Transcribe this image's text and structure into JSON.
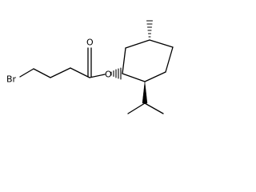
{
  "molecule": {
    "atoms": {
      "bromine": "Br",
      "carbonyl_oxygen": "O",
      "ester_oxygen": "O"
    },
    "colors": {
      "bond": "#000000",
      "label": "#000000",
      "background": "#ffffff"
    }
  }
}
